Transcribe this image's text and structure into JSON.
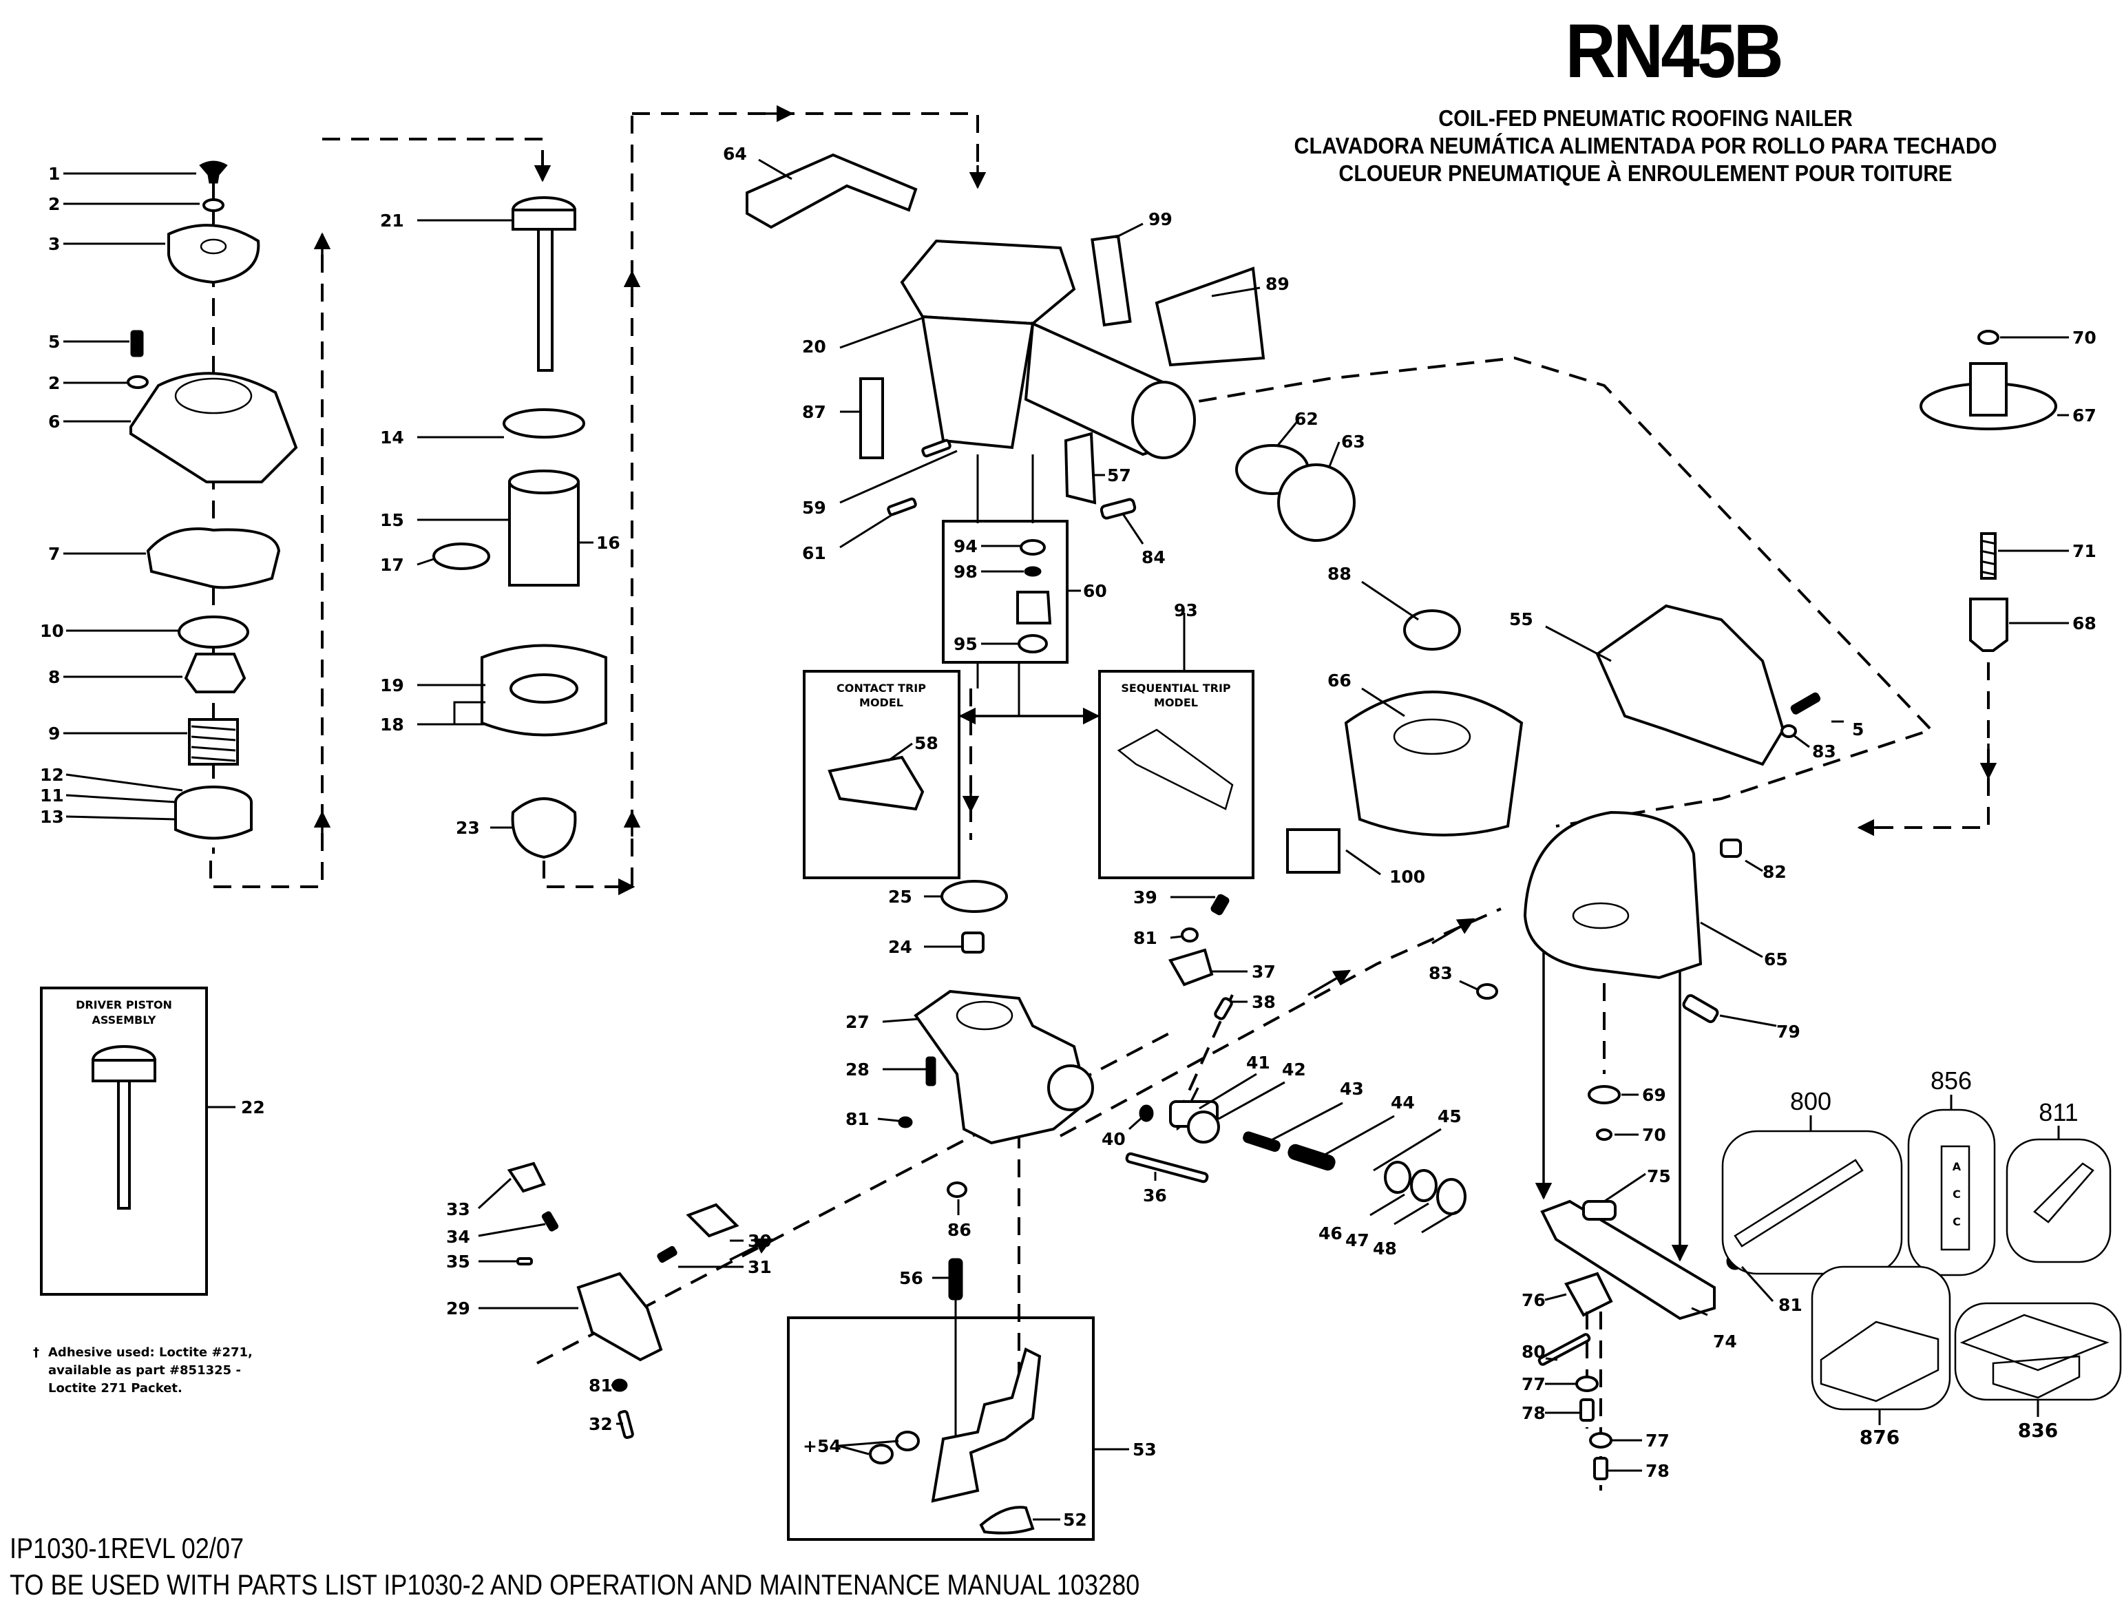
{
  "header": {
    "model": "RN45B",
    "subtitles": [
      "COIL-FED PNEUMATIC ROOFING NAILER",
      "CLAVADORA NEUMÁTICA ALIMENTADA POR ROLLO PARA TECHADO",
      "CLOUEUR PNEUMATIQUE À ENROULEMENT POUR TOITURE"
    ]
  },
  "boxes": {
    "driver_piston": "DRIVER PISTON",
    "driver_piston_2": "ASSEMBLY",
    "contact_trip": "CONTACT TRIP",
    "contact_trip_2": "MODEL",
    "sequential_trip": "SEQUENTIAL TRIP",
    "sequential_trip_2": "MODEL"
  },
  "note": {
    "dagger": "†",
    "lines": [
      "Adhesive used: Loctite #271,",
      "available as part #851325 -",
      "Loctite 271 Packet."
    ]
  },
  "footer": {
    "revision": "IP1030-1REVL 02/07",
    "usage": "TO BE USED WITH PARTS LIST IP1030-2 AND OPERATION AND MAINTENANCE MANUAL 103280"
  },
  "accessories": {
    "acc_letters": [
      "A",
      "C",
      "C"
    ]
  },
  "callouts": [
    {
      "id": "c1",
      "label": "1"
    },
    {
      "id": "c2a",
      "label": "2"
    },
    {
      "id": "c3",
      "label": "3"
    },
    {
      "id": "c5a",
      "label": "5"
    },
    {
      "id": "c2b",
      "label": "2"
    },
    {
      "id": "c6",
      "label": "6"
    },
    {
      "id": "c7",
      "label": "7"
    },
    {
      "id": "c10",
      "label": "10"
    },
    {
      "id": "c8",
      "label": "8"
    },
    {
      "id": "c9",
      "label": "9"
    },
    {
      "id": "c12",
      "label": "12"
    },
    {
      "id": "c11",
      "label": "11"
    },
    {
      "id": "c13",
      "label": "13"
    },
    {
      "id": "c21",
      "label": "21"
    },
    {
      "id": "c14",
      "label": "14"
    },
    {
      "id": "c15",
      "label": "15"
    },
    {
      "id": "c16",
      "label": "16"
    },
    {
      "id": "c17",
      "label": "17"
    },
    {
      "id": "c19",
      "label": "19"
    },
    {
      "id": "c18",
      "label": "18"
    },
    {
      "id": "c23",
      "label": "23"
    },
    {
      "id": "c22",
      "label": "22"
    },
    {
      "id": "c64",
      "label": "64"
    },
    {
      "id": "c99",
      "label": "99"
    },
    {
      "id": "c89",
      "label": "89"
    },
    {
      "id": "c20",
      "label": "20"
    },
    {
      "id": "c87",
      "label": "87"
    },
    {
      "id": "c59",
      "label": "59"
    },
    {
      "id": "c61",
      "label": "61"
    },
    {
      "id": "c57",
      "label": "57"
    },
    {
      "id": "c84",
      "label": "84"
    },
    {
      "id": "c62",
      "label": "62"
    },
    {
      "id": "c63",
      "label": "63"
    },
    {
      "id": "c94",
      "label": "94"
    },
    {
      "id": "c98",
      "label": "98"
    },
    {
      "id": "c60",
      "label": "60"
    },
    {
      "id": "c95",
      "label": "95"
    },
    {
      "id": "c93",
      "label": "93"
    },
    {
      "id": "c58",
      "label": "58"
    },
    {
      "id": "c88",
      "label": "88"
    },
    {
      "id": "c66",
      "label": "66"
    },
    {
      "id": "c100",
      "label": "100"
    },
    {
      "id": "c55",
      "label": "55"
    },
    {
      "id": "c83a",
      "label": "83"
    },
    {
      "id": "c5b",
      "label": "5"
    },
    {
      "id": "c70a",
      "label": "70"
    },
    {
      "id": "c67",
      "label": "67"
    },
    {
      "id": "c71",
      "label": "71"
    },
    {
      "id": "c68",
      "label": "68"
    },
    {
      "id": "c82",
      "label": "82"
    },
    {
      "id": "c65",
      "label": "65"
    },
    {
      "id": "c83b",
      "label": "83"
    },
    {
      "id": "c79",
      "label": "79"
    },
    {
      "id": "c69",
      "label": "69"
    },
    {
      "id": "c70b",
      "label": "70"
    },
    {
      "id": "c25",
      "label": "25"
    },
    {
      "id": "c24",
      "label": "24"
    },
    {
      "id": "c27",
      "label": "27"
    },
    {
      "id": "c28",
      "label": "28"
    },
    {
      "id": "c81a",
      "label": "81"
    },
    {
      "id": "c39",
      "label": "39"
    },
    {
      "id": "c81b",
      "label": "81"
    },
    {
      "id": "c37",
      "label": "37"
    },
    {
      "id": "c38",
      "label": "38"
    },
    {
      "id": "c41",
      "label": "41"
    },
    {
      "id": "c42",
      "label": "42"
    },
    {
      "id": "c43",
      "label": "43"
    },
    {
      "id": "c44",
      "label": "44"
    },
    {
      "id": "c45",
      "label": "45"
    },
    {
      "id": "c40",
      "label": "40"
    },
    {
      "id": "c36",
      "label": "36"
    },
    {
      "id": "c46",
      "label": "46"
    },
    {
      "id": "c47",
      "label": "47"
    },
    {
      "id": "c48",
      "label": "48"
    },
    {
      "id": "c86",
      "label": "86"
    },
    {
      "id": "c33",
      "label": "33"
    },
    {
      "id": "c34",
      "label": "34"
    },
    {
      "id": "c35",
      "label": "35"
    },
    {
      "id": "c30",
      "label": "30"
    },
    {
      "id": "c31",
      "label": "31"
    },
    {
      "id": "c29",
      "label": "29"
    },
    {
      "id": "c81c",
      "label": "81"
    },
    {
      "id": "c32",
      "label": "32"
    },
    {
      "id": "c56",
      "label": "56"
    },
    {
      "id": "c54",
      "label": "+54"
    },
    {
      "id": "c53",
      "label": "53"
    },
    {
      "id": "c52",
      "label": "52"
    },
    {
      "id": "c75",
      "label": "75"
    },
    {
      "id": "c76",
      "label": "76"
    },
    {
      "id": "c74",
      "label": "74"
    },
    {
      "id": "c81d",
      "label": "81"
    },
    {
      "id": "c80",
      "label": "80"
    },
    {
      "id": "c77a",
      "label": "77"
    },
    {
      "id": "c78a",
      "label": "78"
    },
    {
      "id": "c77b",
      "label": "77"
    },
    {
      "id": "c78b",
      "label": "78"
    },
    {
      "id": "c800",
      "label": "800"
    },
    {
      "id": "c856",
      "label": "856"
    },
    {
      "id": "c811",
      "label": "811"
    },
    {
      "id": "c876",
      "label": "876"
    },
    {
      "id": "c836",
      "label": "836"
    }
  ]
}
